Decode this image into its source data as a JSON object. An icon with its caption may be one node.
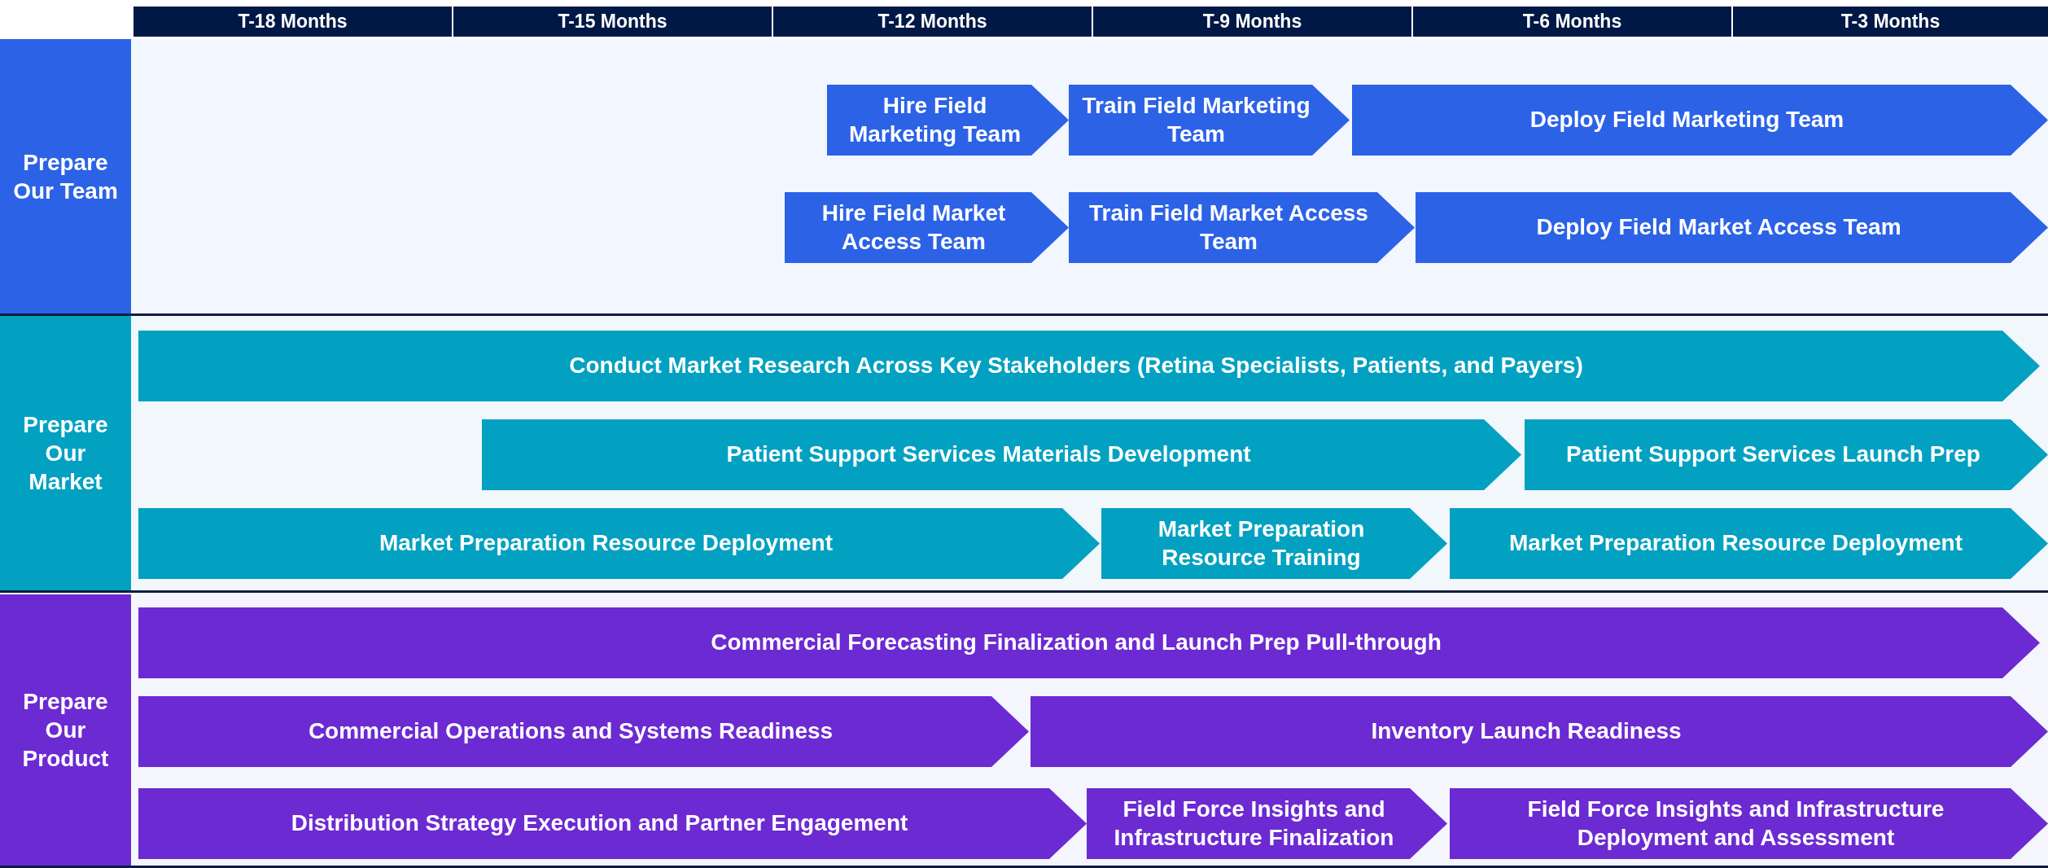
{
  "diagram": {
    "nodes": [
      {
        "text": [
          "T-18 Months"
        ]
      },
      {
        "text": [
          "T-15 Months"
        ]
      },
      {
        "text": [
          "T-12 Months"
        ]
      },
      {
        "text": [
          "T-9 Months"
        ]
      },
      {
        "text": [
          "T-6 Months"
        ]
      },
      {
        "text": [
          "T-3 Months"
        ]
      },
      {
        "text": [
          "Prepare Our Team"
        ]
      },
      {
        "text": [
          "Hire Field Marketing Team"
        ],
        "in": 6
      },
      {
        "text": [
          "Train Field Marketing Team"
        ],
        "in": 6
      },
      {
        "text": [
          "Deploy Field Marketing Team"
        ],
        "in": 6
      },
      {
        "text": [
          "Hire Field Market Access Team"
        ],
        "in": 6
      },
      {
        "text": [
          "Train Field Market Access Team"
        ],
        "in": 6
      },
      {
        "text": [
          "Deploy Field Market Access Team"
        ],
        "in": 6
      },
      {
        "text": [
          "Prepare Our Market"
        ]
      },
      {
        "text": [
          "Conduct Market Research Across Key Stakeholders (Retina Specialists, Patients, and Payers)"
        ],
        "in": 13
      },
      {
        "text": [
          "Patient Support Services Materials Development"
        ],
        "in": 13
      },
      {
        "text": [
          "Patient Support Services Launch Prep"
        ],
        "in": 13
      },
      {
        "text": [
          "Market Preparation Resource Deployment"
        ],
        "in": 13
      },
      {
        "text": [
          "Market Preparation Resource Training"
        ],
        "in": 13
      },
      {
        "text": [
          "Market Preparation Resource Deployment"
        ],
        "in": 13
      },
      {
        "text": [
          "Prepare Our Product"
        ]
      },
      {
        "text": [
          "Commercial Forecasting Finalization and Launch Prep Pull-through"
        ],
        "in": 20
      },
      {
        "text": [
          "Commercial Operations and Systems Readiness"
        ],
        "in": 20
      },
      {
        "text": [
          "Inventory Launch Readiness"
        ],
        "in": 20
      },
      {
        "text": [
          "Distribution Strategy Execution and Partner Engagement"
        ],
        "in": 20
      },
      {
        "text": [
          "Field Force Insights and Infrastructure Finalization"
        ],
        "in": 20
      },
      {
        "text": [
          "Field Force Insights and Infrastructure Deployment and Assessment"
        ],
        "in": 20
      }
    ]
  }
}
